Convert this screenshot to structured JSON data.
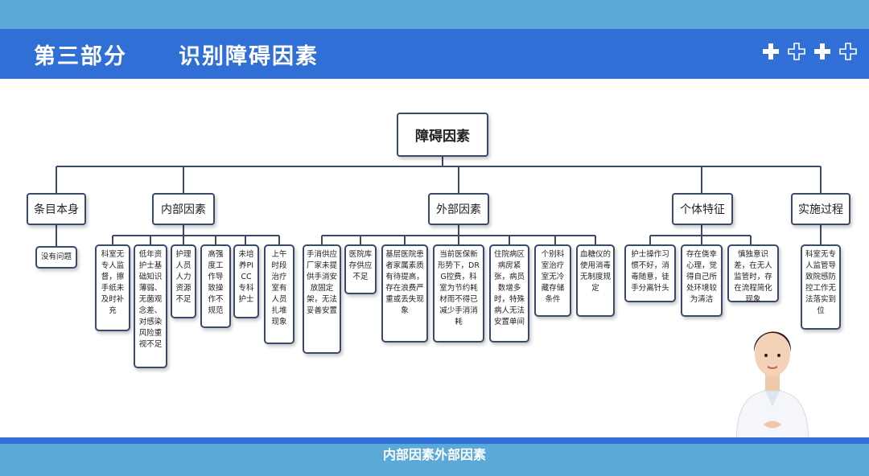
{
  "header": {
    "section": "第三部分",
    "title": "识别障碍因素"
  },
  "diagram": {
    "root": "障碍因素",
    "categories": {
      "c1": "条目本身",
      "c2": "内部因素",
      "c3": "外部因素",
      "c4": "个体特征",
      "c5": "实施过程"
    },
    "leaves": {
      "l1": "没有问题",
      "l2": "科室无专人监督，擦手纸未及时补充",
      "l3": "低年资护士基础知识薄弱、无菌观念差、对感染风险重视不足",
      "l4": "护理人员人力资源不足",
      "l5": "高强度工作导致操作不规范",
      "l6": "未培养PICC专科护士",
      "l7": "上午时段治疗室有人员扎堆现象",
      "l8": "手消供应厂家未提供手消安放固定架，无法妥善安置",
      "l9": "医院库存供应不足",
      "l10": "基层医院患者家属素质有待提高，存在浪费严重或丢失现象",
      "l11": "当前医保新形势下，DRG控费，科室为节约耗材而不得已减少手消消耗",
      "l12": "住院病区病房紧张，病员数增多时，特殊病人无法安置单间",
      "l13": "个别科室治疗室无冷藏存储条件",
      "l14": "血糖仪的使用消毒无制度规定",
      "l15": "护士操作习惯不好，消毒随意，徒手分离针头",
      "l16": "存在侥幸心理，觉得自己所处环境较为清洁",
      "l17": "慎独意识差，在无人监管时，存在流程简化现象",
      "l18": "科室无专人监管导致院感防控工作无法落实到位"
    }
  },
  "caption": "内部因素外部因素",
  "colors": {
    "title_bar": "#2f6fd6",
    "top_strip": "#5aa9d8",
    "box_border": "#3b4a6b",
    "connector": "#3b4a6b"
  },
  "icons": [
    "plus-solid-icon",
    "plus-outline-icon",
    "plus-solid-icon",
    "plus-outline-icon"
  ]
}
